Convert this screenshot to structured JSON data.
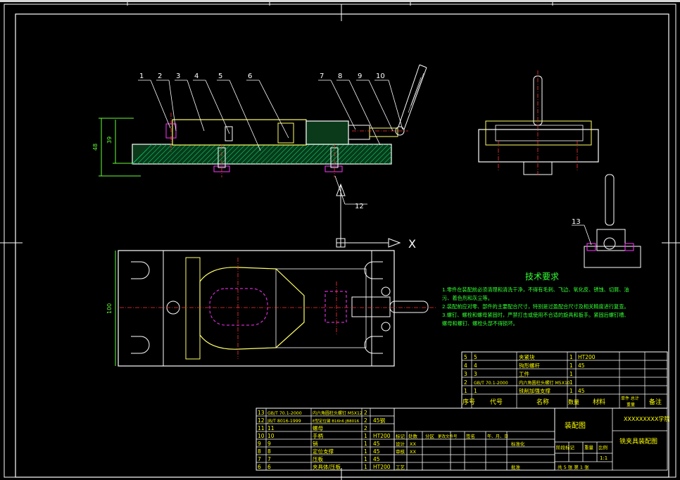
{
  "colors": {
    "background": "#000000",
    "outline": "#ffffff",
    "part": "#ffff66",
    "centerline": "#ff3333",
    "hidden": "#ff33ff",
    "hatch": "#00cc66",
    "leader": "#ffffff",
    "note": "#33ff33",
    "table_text": "#ffff00",
    "dimension": "#66ff33"
  },
  "balloons": [
    "1",
    "2",
    "3",
    "4",
    "5",
    "6",
    "7",
    "8",
    "9",
    "10",
    "12",
    "13"
  ],
  "view_axis_label": "X",
  "dimensions": {
    "overall_height": "48",
    "inner_height": "39",
    "plan_width": "100"
  },
  "tech_notes": {
    "title": "技术要求",
    "lines": [
      "1.零件在装配前必须清理和清洗干净，不得有毛刺、飞边、氧化皮、锈蚀、切屑、油",
      "污、着色剂和灰尘等。",
      "2.装配前应对零、部件的主要配合尺寸，特别是过盈配合尺寸及相关精度进行复查。",
      "3.螺钉、螺栓和螺母紧固时，严禁打击或使用不合适的旋具和扳手。紧固后螺钉槽、",
      "螺母和螺钉、螺栓头部不得损坏。"
    ]
  },
  "parts_list_upper": {
    "rows": [
      {
        "no": "5",
        "code": "5",
        "name": "夹紧块",
        "qty": "1",
        "material": "HT200"
      },
      {
        "no": "4",
        "code": "4",
        "name": "钩形螺杆",
        "qty": "1",
        "material": "45"
      },
      {
        "no": "3",
        "code": "3",
        "name": "工件",
        "qty": "1",
        "material": ""
      },
      {
        "no": "2",
        "code": "GB/T 70.1-2000",
        "name": "内六角圆柱头螺钉 M5X10",
        "qty": "1",
        "material": ""
      },
      {
        "no": "1",
        "code": "1",
        "name": "铣削加强支撑",
        "qty": "1",
        "material": "45"
      }
    ],
    "header": {
      "no": "序号",
      "code": "代号",
      "name": "名称",
      "qty": "数量",
      "material": "材料",
      "weight": "单件 总计",
      "weight2": "重量",
      "remark": "备注"
    }
  },
  "parts_list_lower": {
    "rows": [
      {
        "no": "13",
        "code": "GB/T 70.1-2000",
        "name": "内六角圆柱头螺钉 M5X12",
        "qty": "2",
        "material": ""
      },
      {
        "no": "12",
        "code": "JB/T 8016-1999",
        "name": "E型定位键 B16h6 JB8016",
        "qty": "2",
        "material": "45钢"
      },
      {
        "no": "11",
        "code": "11",
        "name": "螺母",
        "qty": "2",
        "material": ""
      },
      {
        "no": "10",
        "code": "10",
        "name": "手柄",
        "qty": "1",
        "material": "HT200"
      },
      {
        "no": "9",
        "code": "9",
        "name": "销",
        "qty": "1",
        "material": "45"
      },
      {
        "no": "8",
        "code": "8",
        "name": "定位支撑",
        "qty": "1",
        "material": "45"
      },
      {
        "no": "7",
        "code": "7",
        "name": "压板",
        "qty": "1",
        "material": "45"
      },
      {
        "no": "6",
        "code": "6",
        "name": "夹具体/压板",
        "qty": "1",
        "material": "HT200"
      }
    ]
  },
  "title_block": {
    "drawing_name": "装配图",
    "school": "XXXXXXXXX学院",
    "part_name": "铣夹具装配图",
    "scale": "1:1",
    "labels": [
      "标记",
      "处数",
      "分区",
      "更改文件号",
      "签名",
      "年、月、日"
    ],
    "roles": [
      "设计",
      "审核",
      "工艺"
    ],
    "xx": "XX",
    "std": "标准化",
    "approve": "批准",
    "stage_labels": [
      "阶段标记",
      "重量",
      "比例"
    ],
    "sheets": "共 5 张  第 1 张"
  }
}
